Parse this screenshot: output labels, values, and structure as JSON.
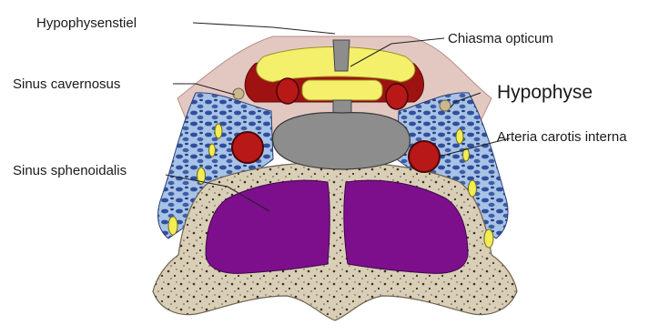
{
  "labels": {
    "hypophysenstiel": "Hypophysenstiel",
    "chiasma_opticum": "Chiasma opticum",
    "sinus_cavernosus": "Sinus cavernosus",
    "hypophyse": "Hypophyse",
    "arteria_carotis_interna": "Arteria carotis interna",
    "sinus_sphenoidalis": "Sinus sphenoidalis"
  },
  "colors": {
    "dura": "#e3c8c2",
    "cavernous_sinus": "#3d5da8",
    "bone": "#d9cfb7",
    "sphenoid_sinus": "#7d0f8d",
    "pituitary": "#8d8d8d",
    "chiasm": "#f5f06c",
    "artery": "#b81818",
    "nerves": "#f2ec55"
  }
}
